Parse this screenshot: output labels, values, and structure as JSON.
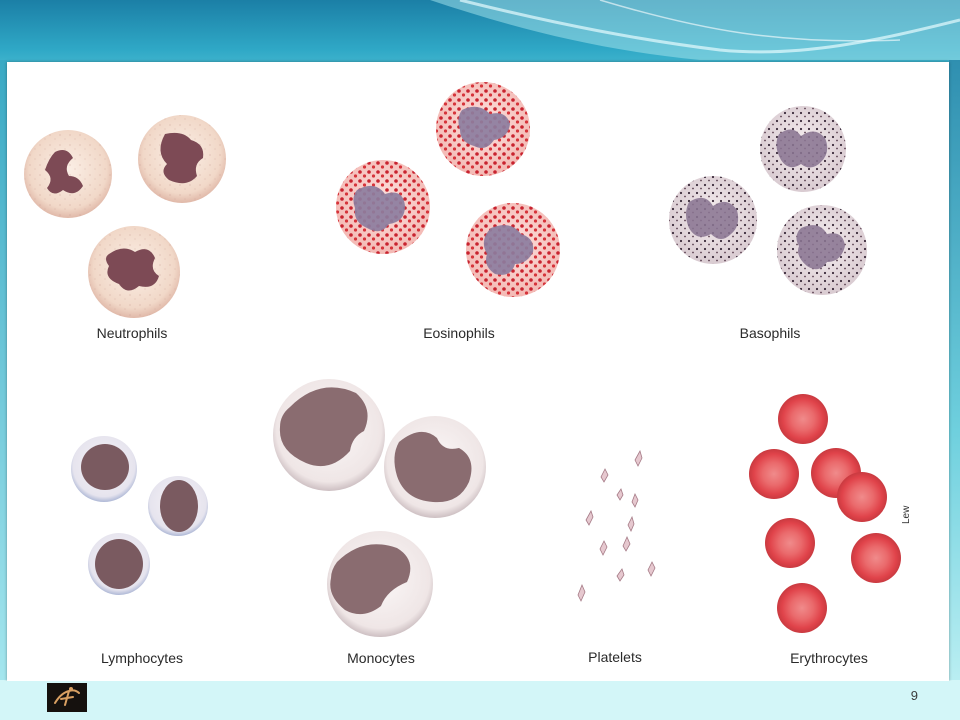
{
  "slide": {
    "page_number": "9",
    "signature": "Lew"
  },
  "cells": {
    "neutrophils": "Neutrophils",
    "eosinophils": "Eosinophils",
    "basophils": "Basophils",
    "lymphocytes": "Lymphocytes",
    "monocytes": "Monocytes",
    "platelets": "Platelets",
    "erythrocytes": "Erythrocytes"
  },
  "colors": {
    "header": "#2fa8c6",
    "background": "#d3f6f8",
    "neutrophil_cytoplasm": "#f3ddd0",
    "neutrophil_nucleus": "#7d4a55",
    "eosinophil_granule": "#c8232f",
    "basophil_granule": "#3a2a3a",
    "monocyte_nucleus": "#8a6c70",
    "erythrocyte": "#e64a4f"
  }
}
